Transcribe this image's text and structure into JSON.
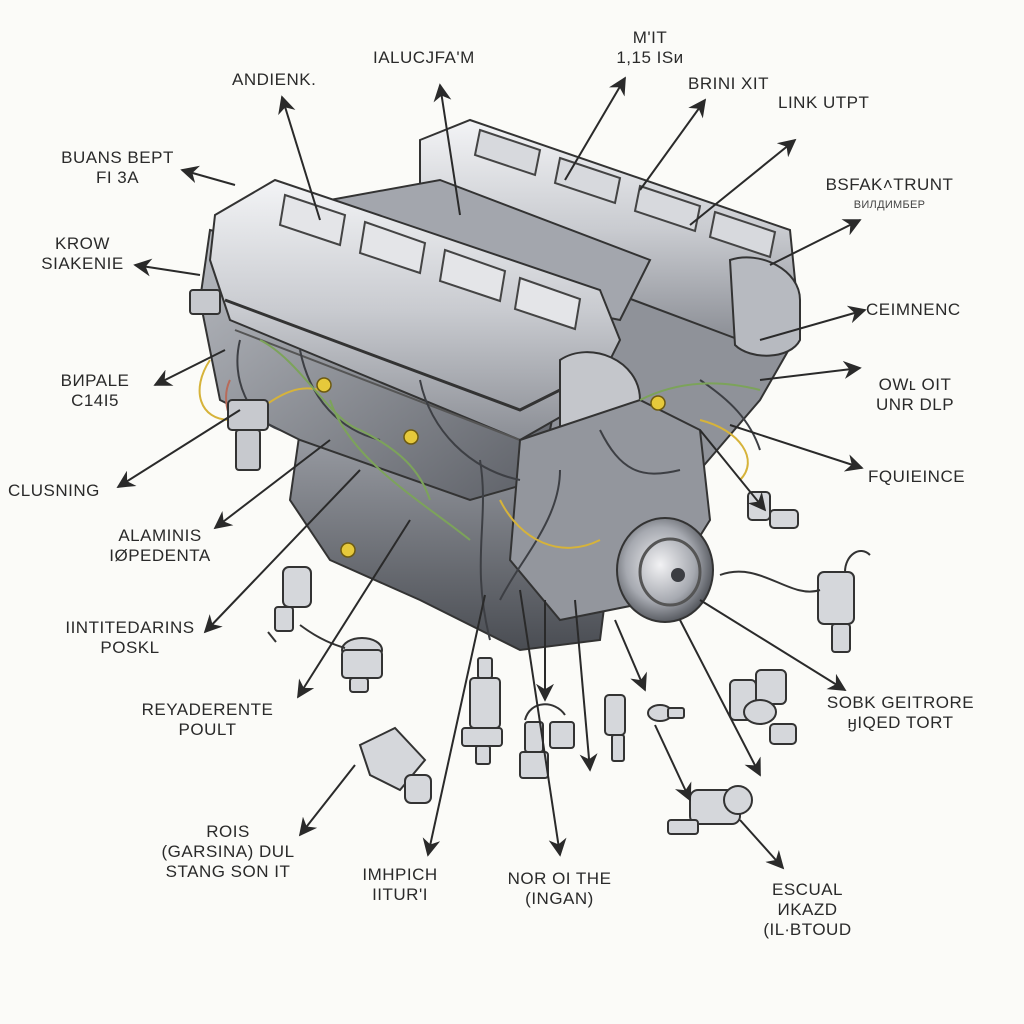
{
  "diagram": {
    "labels": {
      "andienk": [
        "ANDIENK."
      ],
      "ialucjfam": [
        "IALUCJFA'M"
      ],
      "mit": [
        "M'IT",
        "1,15 ISи"
      ],
      "brinixit": [
        "BRINI XIT"
      ],
      "linkutpt": [
        "LINK UTPT"
      ],
      "buansbept": [
        "BUANS BEPT",
        "FI 3A"
      ],
      "bsfak": [
        "BSFAK˄TRUNT"
      ],
      "bsfak_sub": "ВИЛДИМБЕР",
      "krow": [
        "KROW",
        "SIAKENIE"
      ],
      "ceimnenc": [
        "CEIMNENC"
      ],
      "bhpale": [
        "BИPALE",
        "C14I5"
      ],
      "owl": [
        "OWʟ OIT",
        "UNR DLP"
      ],
      "clusning": [
        "CLUSNING"
      ],
      "fquieince": [
        "FQUIEINCE"
      ],
      "alaminis": [
        "ALAMINIS",
        "IØPEDENTA"
      ],
      "intitedarins": [
        "IINTITEDARINS",
        "POSKL"
      ],
      "reyaderente": [
        "REYADERENTE",
        "POULT"
      ],
      "sobk": [
        "SOBK GEITRORE",
        "ӈIQED TORT"
      ],
      "rois": [
        "ROIS",
        "(GARSINA) DUL",
        "STANG SON IT"
      ],
      "imhpich": [
        "IMHPICH",
        "IITUR'I"
      ],
      "norothe": [
        "NOR OI THE",
        "(INGAN)"
      ],
      "escual": [
        "ESCUAL",
        "ИKAZD",
        "(IL∙BTOUD"
      ]
    },
    "colors": {
      "ink": "#2a2a2a",
      "metal_light": "#dedfe3",
      "metal_mid": "#a9acb3",
      "metal_dark": "#55585f",
      "wire_green": "#7ca35a",
      "wire_yellow": "#d6b33a",
      "wire_red": "#b86b5a",
      "connector_yellow": "#e6c93b"
    }
  }
}
